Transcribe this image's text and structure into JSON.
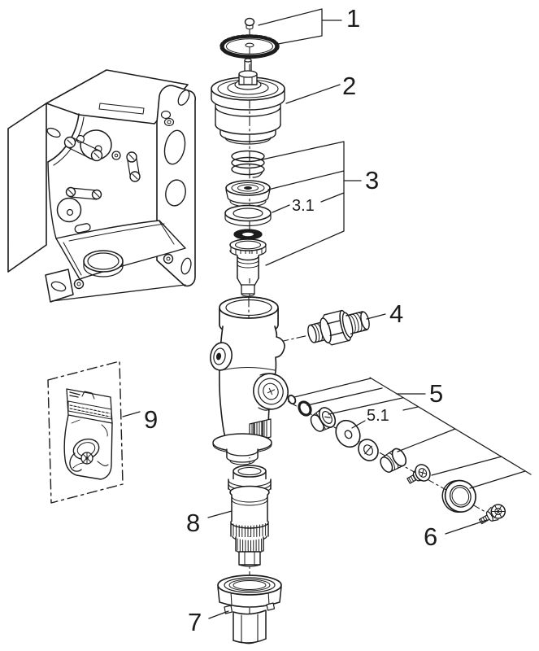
{
  "diagram": {
    "kind": "exploded-parts-diagram",
    "colors": {
      "line": "#1c1c1c",
      "background": "#ffffff"
    },
    "callouts": {
      "c1": "1",
      "c2": "2",
      "c3": "3",
      "c3_1": "3.1",
      "c4": "4",
      "c5": "5",
      "c5_1": "5.1",
      "c6": "6",
      "c7": "7",
      "c8": "8",
      "c9": "9"
    }
  }
}
